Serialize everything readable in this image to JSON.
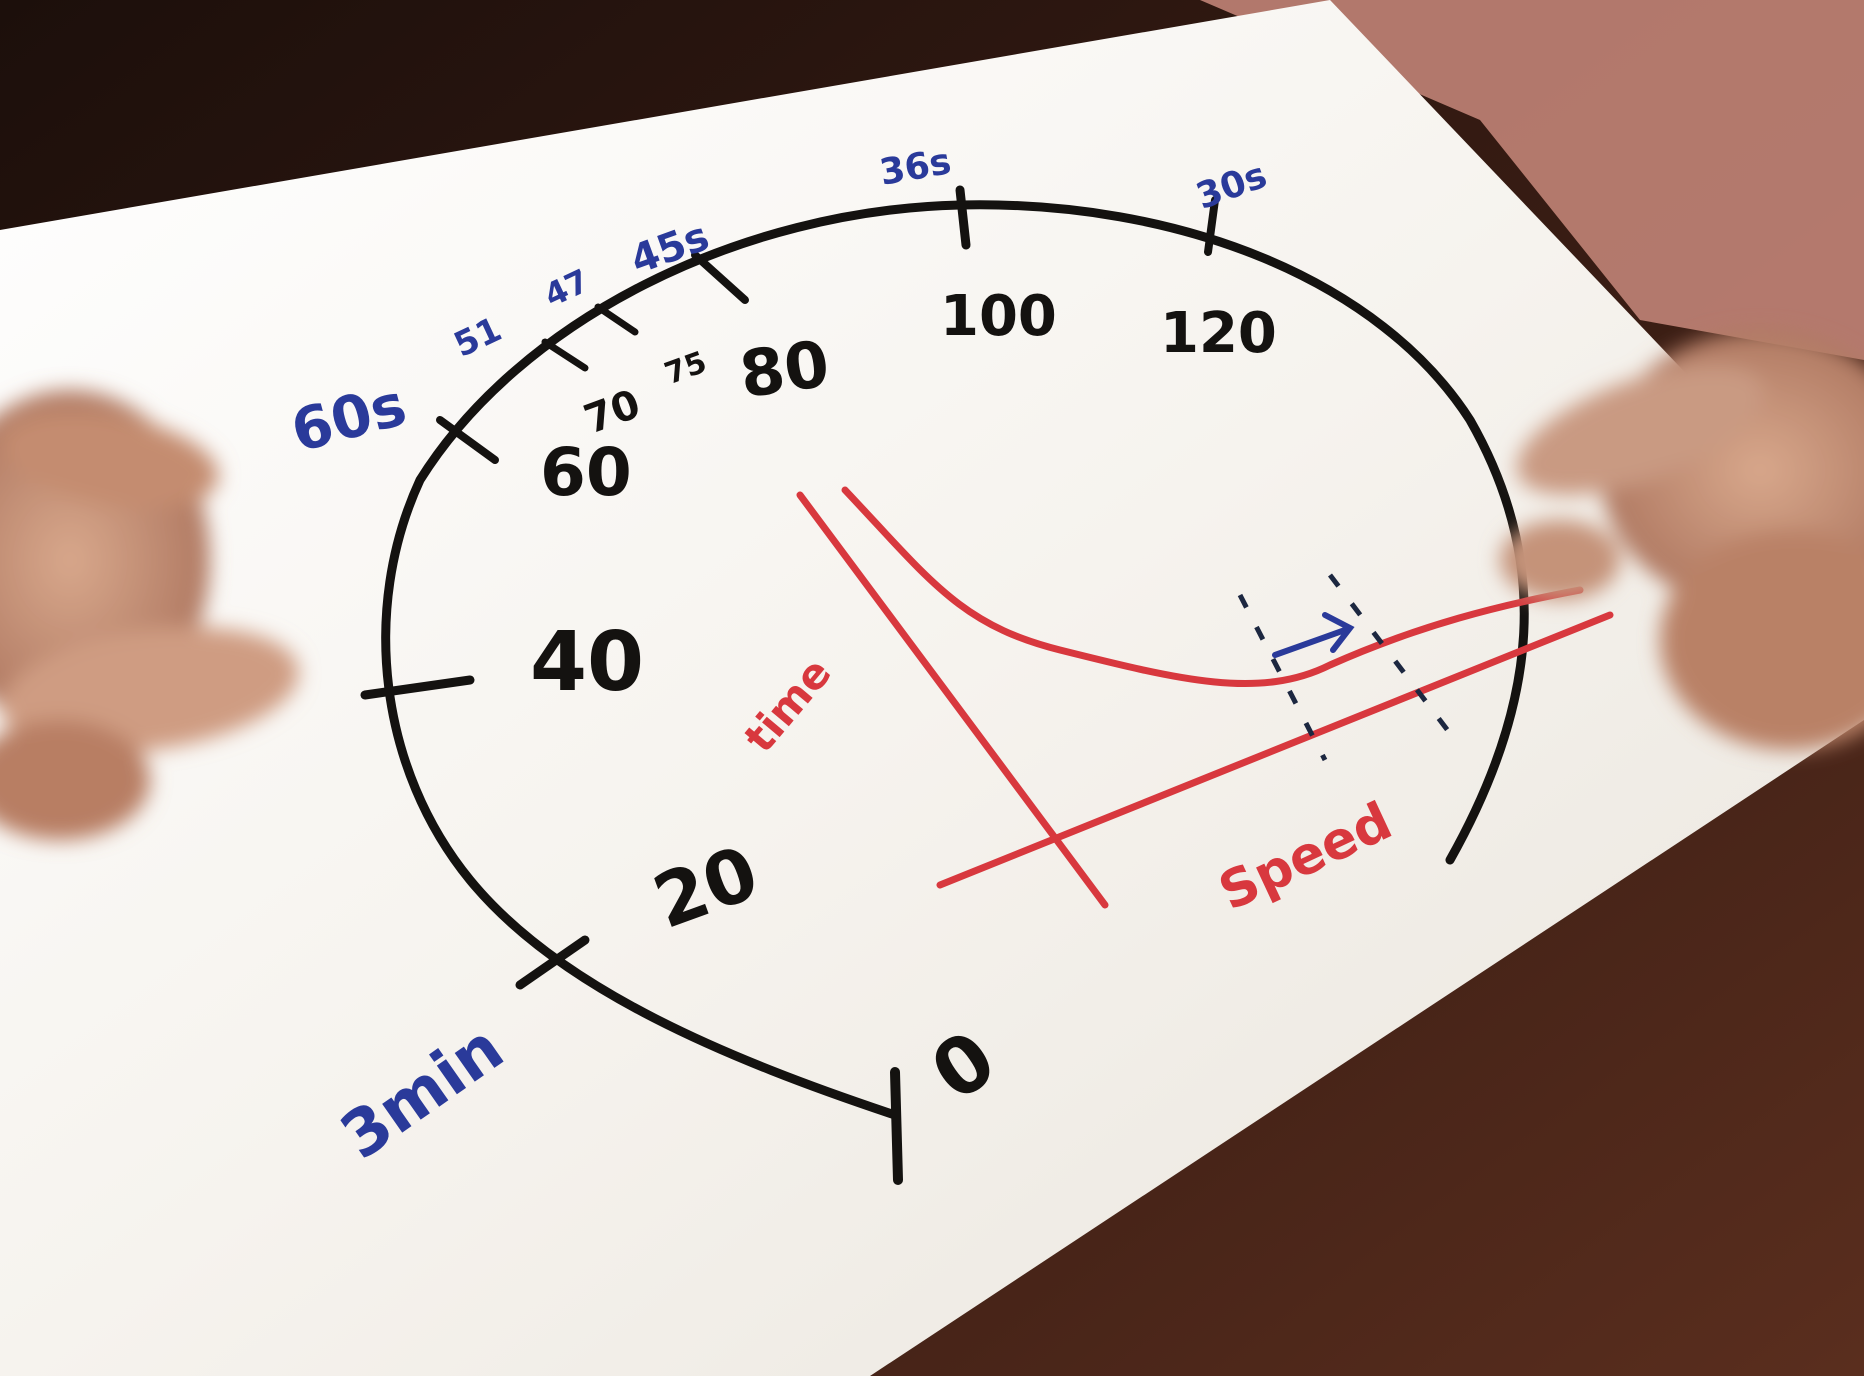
{
  "colors": {
    "ink_black": "#141210",
    "ink_blue": "#2a3a9a",
    "ink_red": "#d8383e",
    "paper": "#f2efe7",
    "background": "#3a1d14",
    "skin": "#c89478"
  },
  "dial": {
    "speed_labels": [
      "0",
      "20",
      "40",
      "60",
      "70",
      "75",
      "80",
      "100",
      "120"
    ],
    "time_labels": [
      "3min",
      "60s",
      "51",
      "47",
      "45s",
      "36s",
      "30s"
    ]
  },
  "graph": {
    "curve_label_red": "time",
    "line_label_red": "Speed"
  }
}
